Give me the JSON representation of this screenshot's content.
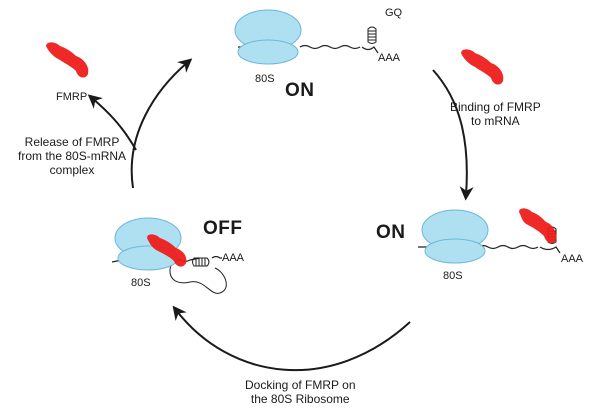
{
  "states": {
    "top": "ON",
    "right": "ON",
    "left": "OFF"
  },
  "ribosome_labels": {
    "top": "80S",
    "right": "80S",
    "left": "80S"
  },
  "mrna": {
    "gq_label": "GQ",
    "polya_top": "AAA",
    "polya_right": "AAA",
    "polya_left": "AAA"
  },
  "fmrp_label": "FMRP",
  "steps": {
    "binding": [
      "Binding of FMRP",
      "to mRNA"
    ],
    "docking": [
      "Docking of FMRP on",
      "the 80S Ribosome"
    ],
    "release": [
      "Release of FMRP",
      "from the 80S-mRNA",
      "complex"
    ]
  },
  "colors": {
    "ribosome_fill": "#aee0f2",
    "ribosome_stroke": "#6cb8d8",
    "fmrp": "#ee1c1c",
    "arrow": "#1a1a1a"
  }
}
